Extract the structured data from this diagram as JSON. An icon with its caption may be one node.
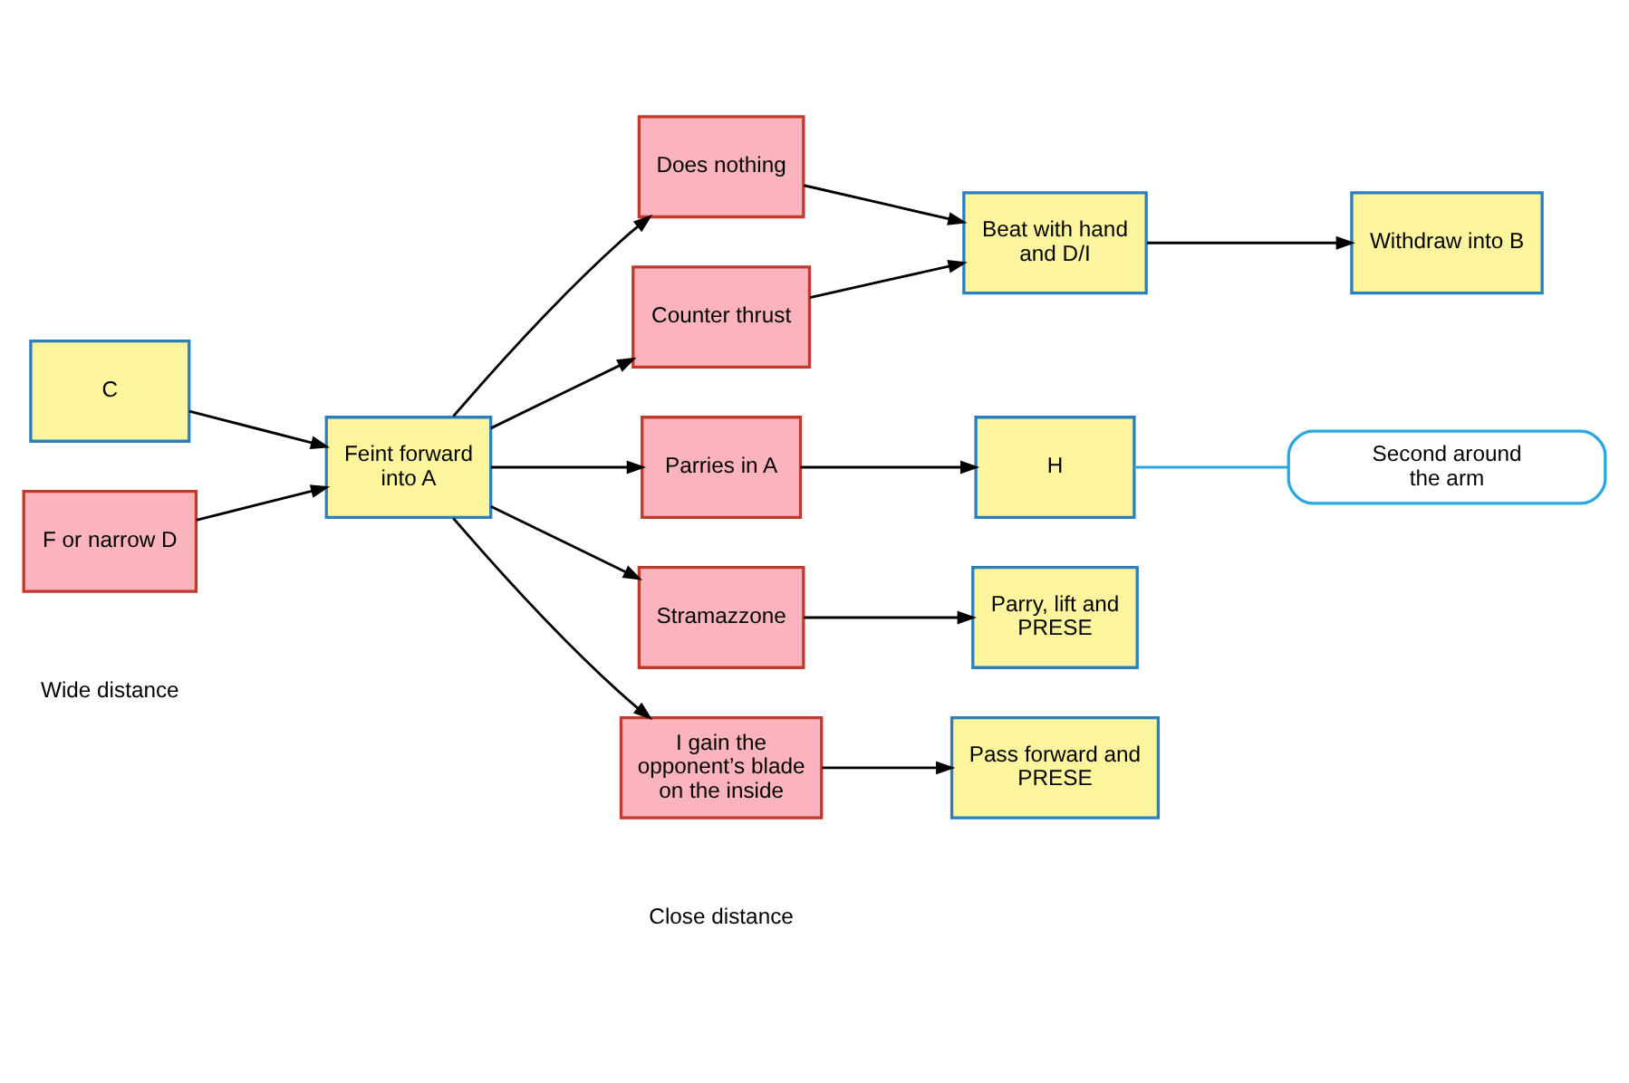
{
  "diagram": {
    "nodes": [
      {
        "text": [
          "C"
        ]
      },
      {
        "text": [
          "F or narrow D"
        ]
      },
      {
        "text": [
          "Feint forward into A"
        ]
      },
      {
        "text": [
          "Does nothing"
        ]
      },
      {
        "text": [
          "Counter thrust"
        ]
      },
      {
        "text": [
          "Parries in A"
        ]
      },
      {
        "text": [
          "Stramazzone"
        ]
      },
      {
        "text": [
          "I gain the opponent’s blade on the inside"
        ]
      },
      {
        "text": [
          "Beat with hand and D/I"
        ]
      },
      {
        "text": [
          "Withdraw into B"
        ]
      },
      {
        "text": [
          "H"
        ]
      },
      {
        "text": [
          "Second around the arm"
        ]
      },
      {
        "text": [
          "Parry, lift and PRESE"
        ]
      },
      {
        "text": [
          "Pass forward and PRESE"
        ]
      }
    ],
    "edges": [
      {
        "from": 0,
        "to": 2,
        "arrow": "to"
      },
      {
        "from": 1,
        "to": 2,
        "arrow": "to"
      },
      {
        "from": 2,
        "to": 3,
        "arrow": "to"
      },
      {
        "from": 2,
        "to": 4,
        "arrow": "to"
      },
      {
        "from": 2,
        "to": 5,
        "arrow": "to"
      },
      {
        "from": 2,
        "to": 6,
        "arrow": "to"
      },
      {
        "from": 2,
        "to": 7,
        "arrow": "to"
      },
      {
        "from": 3,
        "to": 8,
        "arrow": "to"
      },
      {
        "from": 4,
        "to": 8,
        "arrow": "to"
      },
      {
        "from": 8,
        "to": 9,
        "arrow": "to"
      },
      {
        "from": 5,
        "to": 10,
        "arrow": "to"
      },
      {
        "from": 11,
        "to": 10,
        "arrow": "none",
        "color": "#29a8e0"
      },
      {
        "from": 6,
        "to": 12,
        "arrow": "to"
      },
      {
        "from": 7,
        "to": 13,
        "arrow": "to"
      }
    ],
    "labels": [
      "Wide distance",
      "Close distance"
    ]
  }
}
